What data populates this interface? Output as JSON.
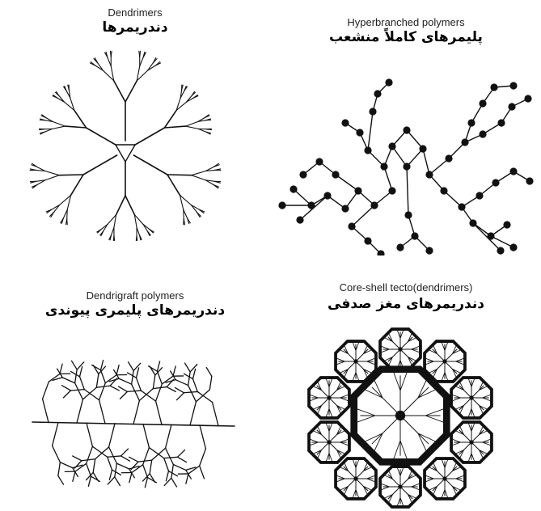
{
  "panels": {
    "dendrimers": {
      "title_en": "Dendrimers",
      "title_fa": "دندریمرها"
    },
    "hyperbranched": {
      "title_en": "Hyperbranched polymers",
      "title_fa": "پلیمرهای کاملاً منشعب"
    },
    "dendrigraft": {
      "title_en": "Dendrigraft polymers",
      "title_fa": "دندریمرهای پلیمری پیوندی"
    },
    "core_shell": {
      "title_en": "Core-shell tecto(dendrimers)",
      "title_fa": "دندریمرهای مغز صدفی"
    }
  }
}
